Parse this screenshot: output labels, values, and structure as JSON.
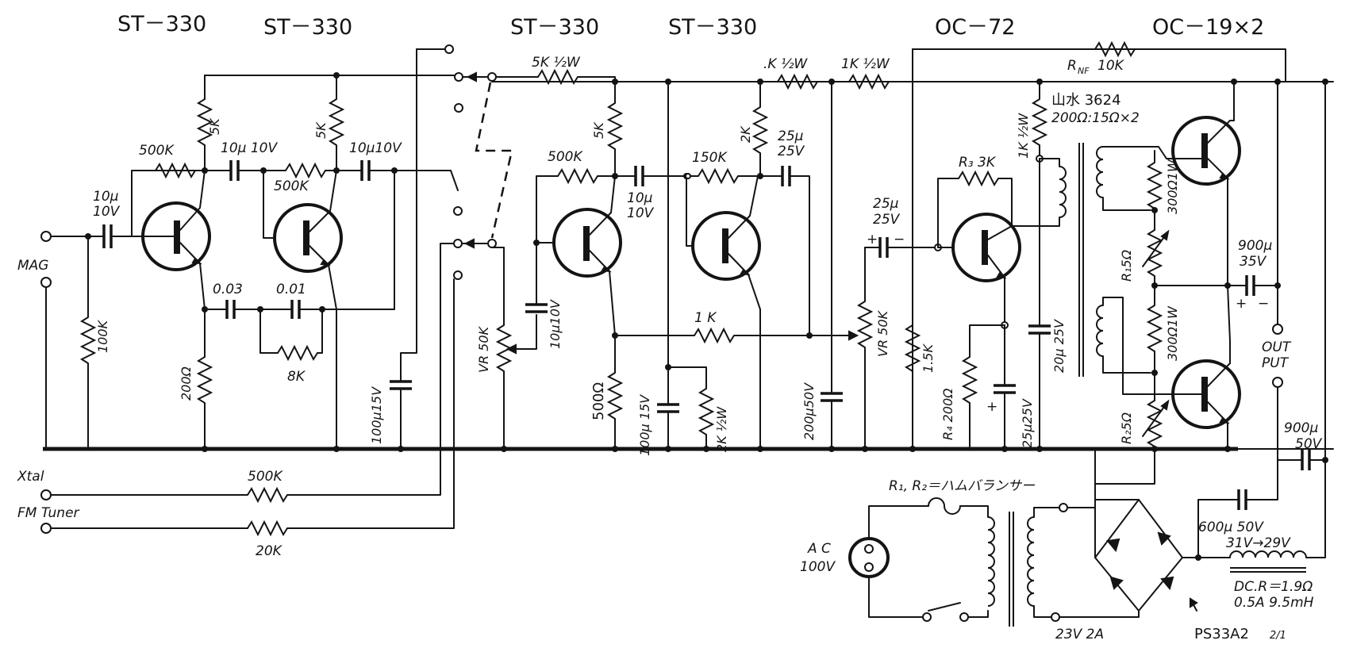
{
  "headers": {
    "t1": "ST－330",
    "t2": "ST－330",
    "t3": "ST－330",
    "t4": "ST－330",
    "t5": "OC－72",
    "t6": "OC－19×2"
  },
  "inputs": {
    "mag": "MAG",
    "xtal": "Xtal",
    "fm": "FM Tuner"
  },
  "labels": {
    "c_in": "10μ",
    "c_in_v": "10V",
    "r100k": "100K",
    "r500k_1": "500K",
    "r5k_1": "5K",
    "c10_10v_1": "10μ 10V",
    "r500k_2": "500K",
    "r5k_2": "5K",
    "c10_10v_2": "10μ10V",
    "c003": "0.03",
    "c001": "0.01",
    "r8k": "8K",
    "r200": "200Ω",
    "c100_15v_1": "100μ15V",
    "r5k_half": "5K ½W",
    "r5k_3": "5K",
    "r500k_3": "500K",
    "c10_3": "10μ",
    "c10_3v": "10V",
    "c10_10v_3": "10μ10V",
    "vr50k_1": "VR 50K",
    "r1k": "1 K",
    "r500ohm": "500Ω",
    "c100_15v_2": "100μ 15V",
    "r2k_half": "2K ½W",
    "r2k": "2K",
    "r150k": "150K",
    "c25_25v_1": "25μ",
    "c25_25v_1v": "25V",
    "r1k_half_1": ".K ½W",
    "r1k_half_2": "1K ½W",
    "c200_50v": "200μ50V",
    "c25_25v_2": "25μ",
    "c25_25v_2v": "25V",
    "vr50k_2": "VR 50K",
    "r1_5k": "1.5K",
    "r3": "R₃ 3K",
    "r4": "R₄ 200Ω",
    "c25_25v_3": "25μ25V",
    "r1k_half_3": "1K ½W",
    "c20_25v": "20μ 25V",
    "rnf": "R",
    "rnf_sub": "NF",
    "rnf_val": "10K",
    "xfmr": "山水 3624",
    "xfmr_imp": "200Ω:15Ω×2",
    "r300_1": "300Ω1W",
    "r1": "R₁5Ω",
    "r300_2": "300Ω1W",
    "r2": "R₂5Ω",
    "c900_35v": "900μ",
    "c900_35v_v": "35V",
    "output": "OUT",
    "output2": "PUT",
    "c900_50v": "900μ",
    "c900_50v_v": "50V",
    "r500k_xtal": "500K",
    "r20k_fm": "20K",
    "hum": "R₁, R₂＝ハムバランサー",
    "ac": "A C",
    "ac_v": "100V",
    "xfmr2": "23V 2A",
    "c600": "600μ 50V",
    "v_drop": "31V→29V",
    "choke1": "DC.R＝1.9Ω",
    "choke2": "0.5A 9.5mH",
    "diode_part": "PS33A2",
    "diode_frac": "2/1"
  },
  "icons": {
    "transistor": "transistor-icon",
    "resistor": "resistor-icon",
    "capacitor": "capacitor-icon",
    "diode": "diode-icon",
    "transformer": "transformer-icon",
    "terminal": "terminal-icon"
  },
  "colors": {
    "ink": "#141414",
    "paper": "#ffffff"
  }
}
